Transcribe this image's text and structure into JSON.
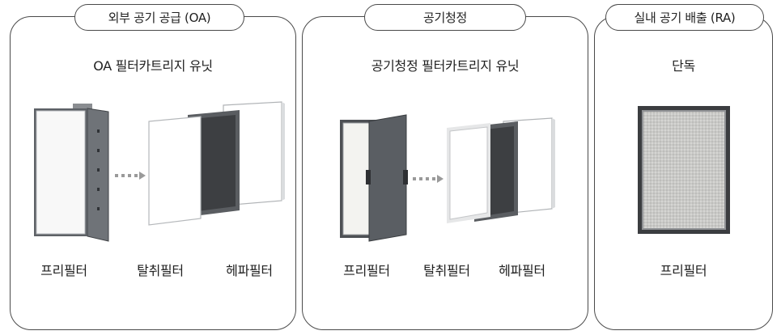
{
  "sections": [
    {
      "tab_label": "외부 공기 공급 (OA)",
      "subtitle": "OA 필터카트리지 유닛",
      "filters": [
        "프리필터",
        "탈취필터",
        "헤파필터"
      ]
    },
    {
      "tab_label": "공기청정",
      "subtitle": "공기청정 필터카트리지 유닛",
      "filters": [
        "프리필터",
        "탈취필터",
        "헤파필터"
      ]
    },
    {
      "tab_label": "실내 공기 배출 (RA)",
      "subtitle": "단독",
      "filters": [
        "프리필터"
      ]
    }
  ],
  "colors": {
    "border": "#4a4a4a",
    "frame": "#6f7378",
    "carbon": "#4d4f52",
    "arrow": "#9a9a9a"
  },
  "icons": [
    "oa-cartridge-unit-icon",
    "air-purifier-cartridge-unit-icon",
    "pre-filter-panel-icon",
    "dotted-arrow-icon",
    "deodorizing-filter-icon",
    "hepa-filter-icon"
  ]
}
